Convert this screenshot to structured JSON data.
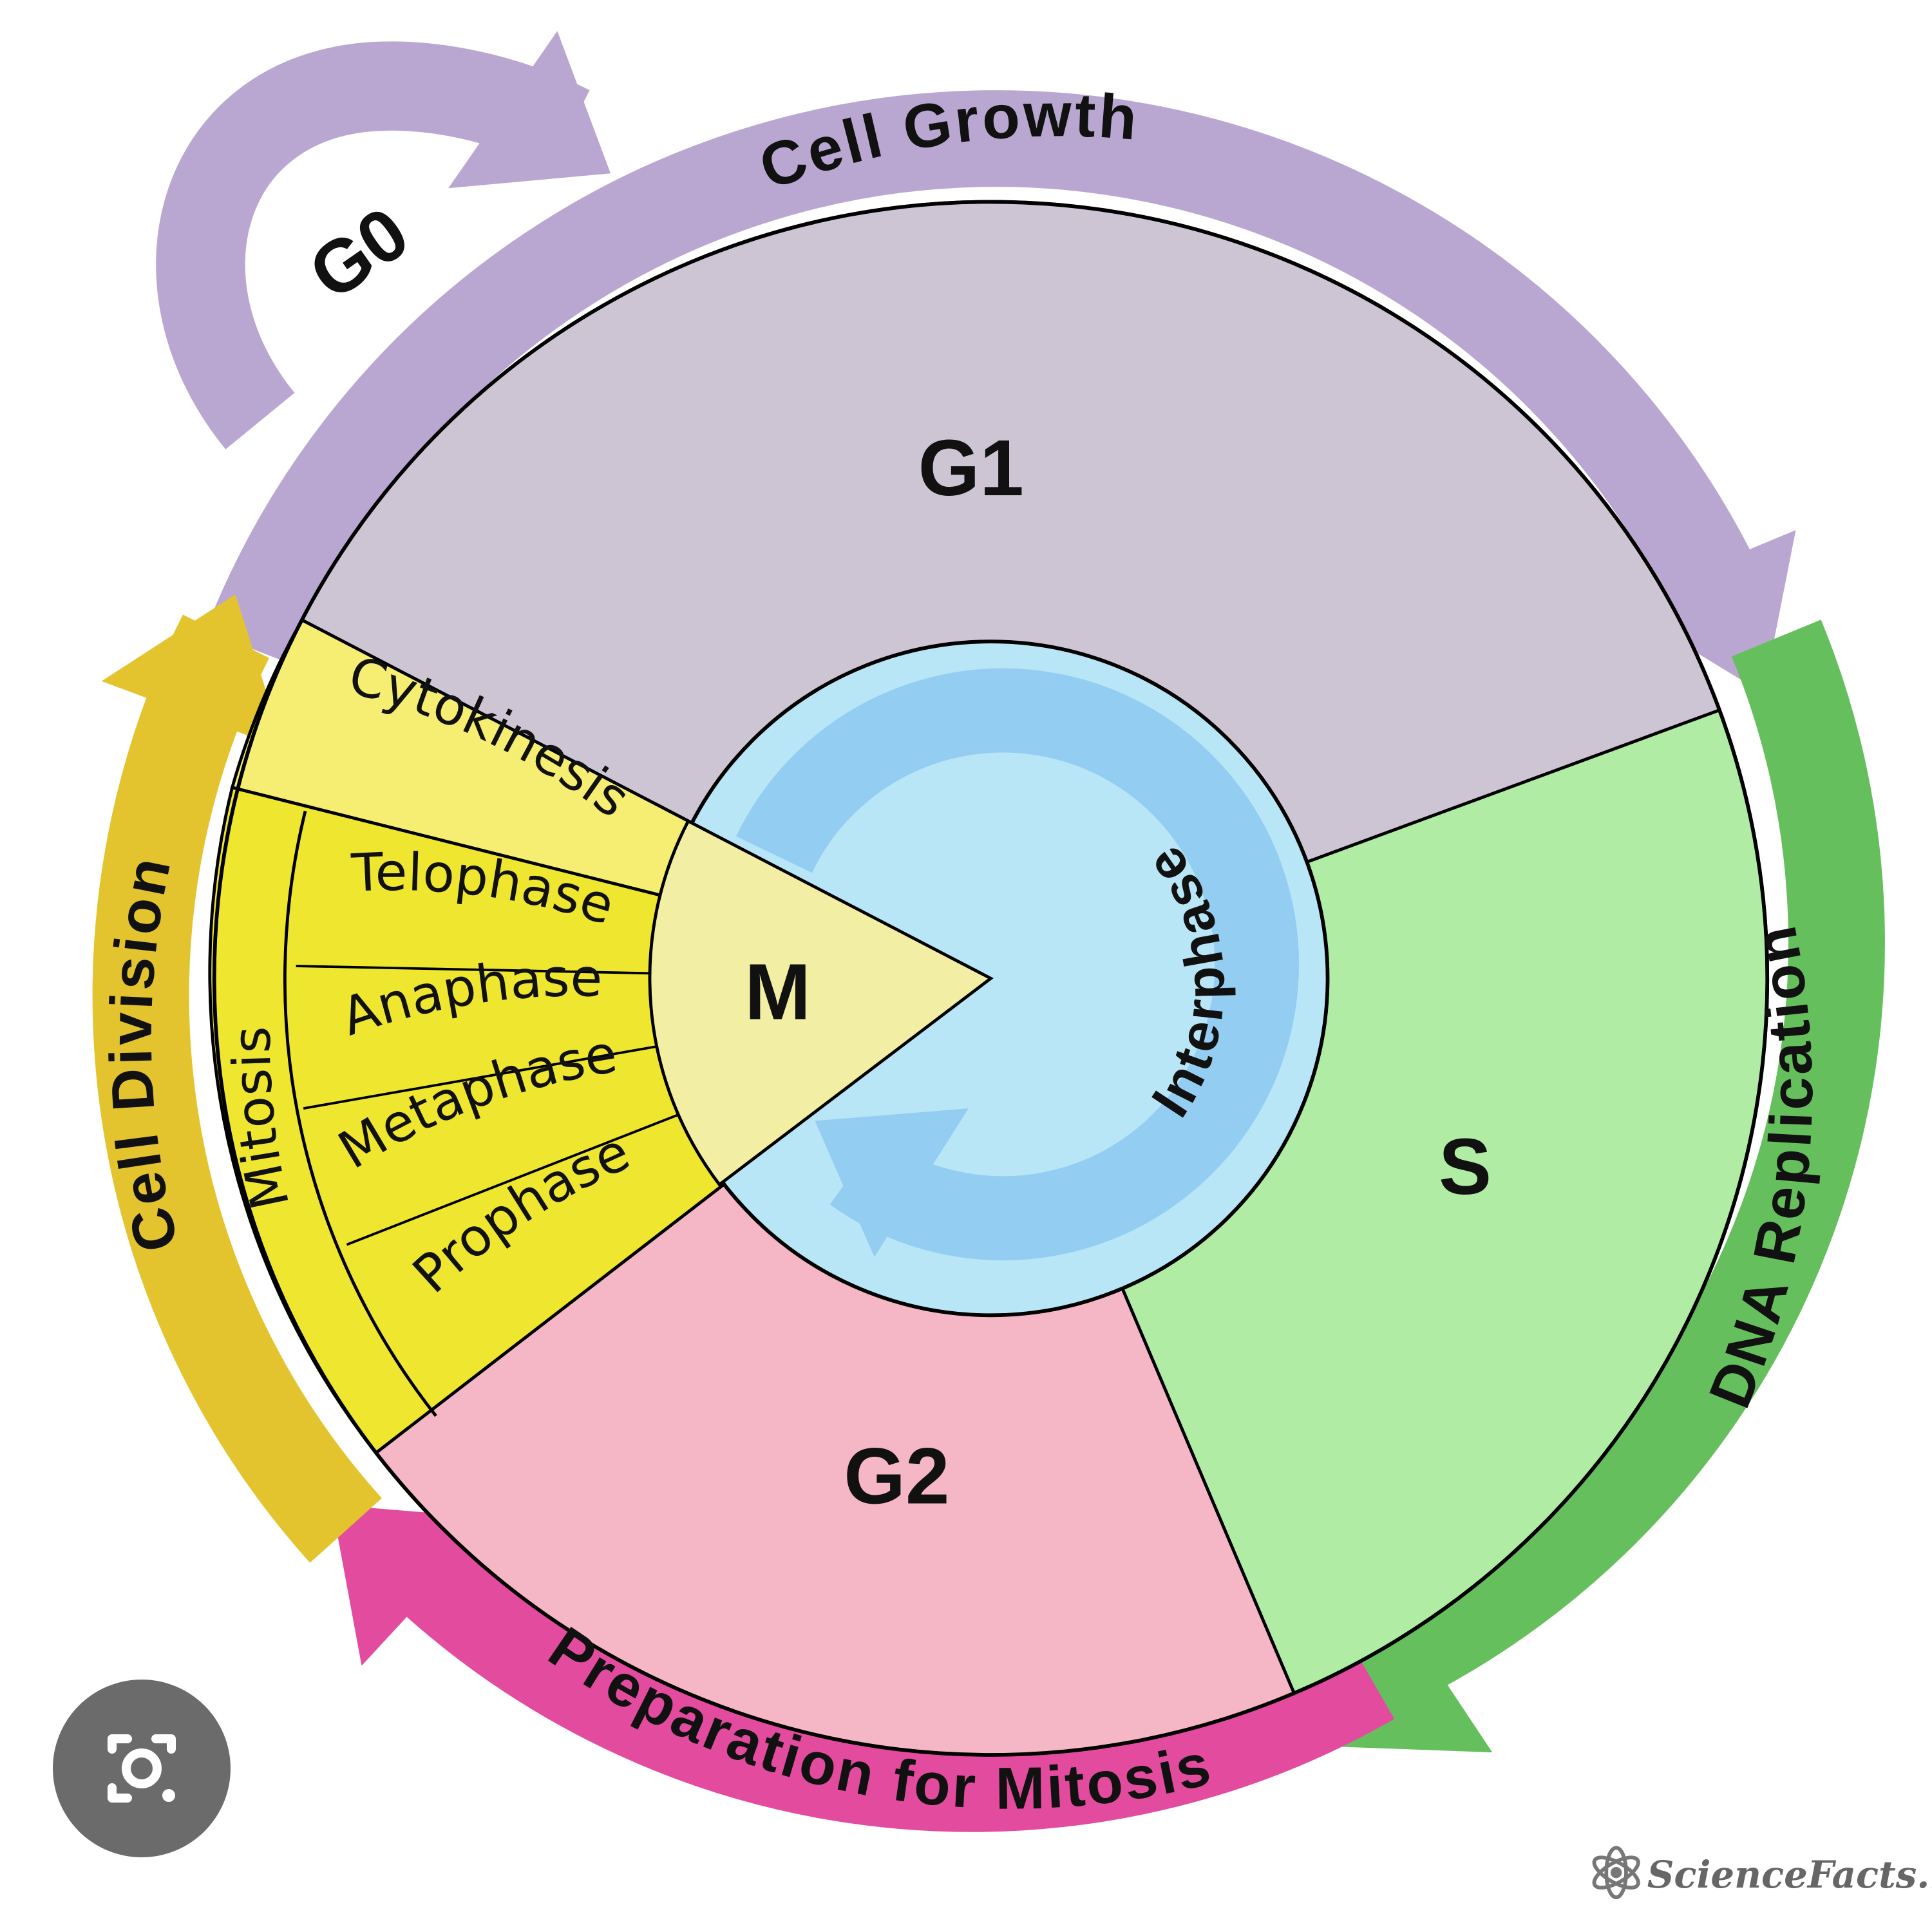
{
  "phases": {
    "g1": "G1",
    "s": "S",
    "g2": "G2",
    "m": "M",
    "g0": "G0"
  },
  "arrows": {
    "cell_growth": "Cell Growth",
    "dna_replication": "DNA Replication",
    "preparation": "Preparation for Mitosis",
    "cell_division": "Cell Division"
  },
  "center": {
    "interphase": "Interphase"
  },
  "mitosis": {
    "label": "Mitosis",
    "cytokinesis": "Cytokinesis",
    "stages": [
      "Telophase",
      "Anaphase",
      "Metaphase",
      "Prophase"
    ]
  },
  "watermark": "ScienceFacts.net",
  "colors": {
    "g1": "#cdc5d4",
    "s": "#b0eca4",
    "g2": "#f5b7c6",
    "m_center": "#f2efa4",
    "mitosis": "#efe62f",
    "cytokinesis": "#f5ee72",
    "interphase_ring": "#b9e6f6",
    "interphase_arrow": "#94cdf2",
    "growth_arrow": "#b9a7d1",
    "dna_arrow": "#66bf5d",
    "prep_arrow": "#e34c9e",
    "division_arrow": "#e3c42f"
  },
  "icons": {
    "lens": "lens-search-icon"
  }
}
